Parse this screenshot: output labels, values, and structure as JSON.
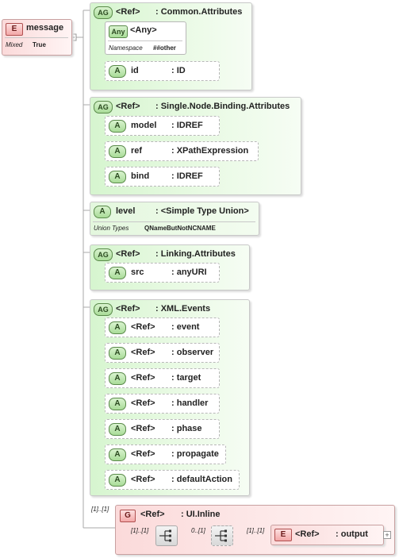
{
  "root": {
    "badge": "E",
    "name": "message",
    "mixed_label": "Mixed",
    "mixed_value": "True"
  },
  "group_common": {
    "badge": "AG",
    "ref": "<Ref>",
    "name": ": Common.Attributes",
    "any": {
      "badge": "Any",
      "name": "<Any>",
      "ns_label": "Namespace",
      "ns_value": "##other"
    },
    "attrs": [
      {
        "badge": "A",
        "name": "id",
        "type": ": ID"
      }
    ]
  },
  "group_binding": {
    "badge": "AG",
    "ref": "<Ref>",
    "name": ": Single.Node.Binding.Attributes",
    "attrs": [
      {
        "badge": "A",
        "name": "model",
        "type": ": IDREF"
      },
      {
        "badge": "A",
        "name": "ref",
        "type": ": XPathExpression"
      },
      {
        "badge": "A",
        "name": "bind",
        "type": ": IDREF"
      }
    ]
  },
  "level": {
    "badge": "A",
    "name": "level",
    "type": ": <Simple Type Union>",
    "union_label": "Union Types",
    "union_value": "QNameButNotNCNAME"
  },
  "group_linking": {
    "badge": "AG",
    "ref": "<Ref>",
    "name": ": Linking.Attributes",
    "attrs": [
      {
        "badge": "A",
        "name": "src",
        "type": ": anyURI"
      }
    ]
  },
  "group_events": {
    "badge": "AG",
    "ref": "<Ref>",
    "name": ": XML.Events",
    "attrs": [
      {
        "badge": "A",
        "name": "<Ref>",
        "type": ": event"
      },
      {
        "badge": "A",
        "name": "<Ref>",
        "type": ": observer"
      },
      {
        "badge": "A",
        "name": "<Ref>",
        "type": ": target"
      },
      {
        "badge": "A",
        "name": "<Ref>",
        "type": ": handler"
      },
      {
        "badge": "A",
        "name": "<Ref>",
        "type": ": phase"
      },
      {
        "badge": "A",
        "name": "<Ref>",
        "type": ": propagate"
      },
      {
        "badge": "A",
        "name": "<Ref>",
        "type": ": defaultAction"
      }
    ]
  },
  "inline": {
    "occ": "[1]..[1]",
    "badge": "G",
    "ref": "<Ref>",
    "name": ": UI.Inline",
    "seq_occ": "[1]..[1]",
    "choice_occ": "0..[1]",
    "output_occ": "[1]..[1]",
    "output": {
      "badge": "E",
      "ref": "<Ref>",
      "name": ": output"
    },
    "expand": "+"
  }
}
